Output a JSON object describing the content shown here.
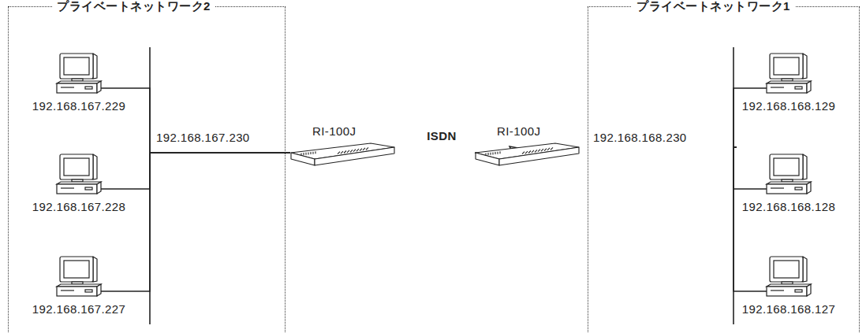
{
  "diagram": {
    "nodes": [
      {
        "text": [
          "プライベートネットワーク2"
        ]
      },
      {
        "text": [
          "192.168.167.229"
        ],
        "in": 0
      },
      {
        "text": [
          "192.168.167.228"
        ],
        "in": 0
      },
      {
        "text": [
          "192.168.167.227"
        ],
        "in": 0
      },
      {
        "text": [
          "RI-100J"
        ]
      },
      {
        "text": [
          "RI-100J"
        ]
      },
      {
        "text": [
          "プライベートネットワーク1"
        ]
      },
      {
        "text": [
          "192.168.168.129"
        ],
        "in": 6
      },
      {
        "text": [
          "192.168.168.128"
        ],
        "in": 6
      },
      {
        "text": [
          "192.168.168.127"
        ],
        "in": 6
      }
    ],
    "edges": [
      {
        "from": 4,
        "to": 5,
        "label": "ISDN",
        "arrow": "none"
      },
      {
        "from": 4,
        "to": 1,
        "arrow": "none"
      },
      {
        "from": 4,
        "to": 2,
        "arrow": "none"
      },
      {
        "from": 4,
        "to": 3,
        "arrow": "none"
      },
      {
        "from": 5,
        "to": 7,
        "arrow": "none"
      },
      {
        "from": 5,
        "to": 8,
        "arrow": "none"
      },
      {
        "from": 5,
        "to": 9,
        "arrow": "none"
      }
    ],
    "labels": [
      "192.168.167.230",
      "192.168.168.230"
    ]
  }
}
